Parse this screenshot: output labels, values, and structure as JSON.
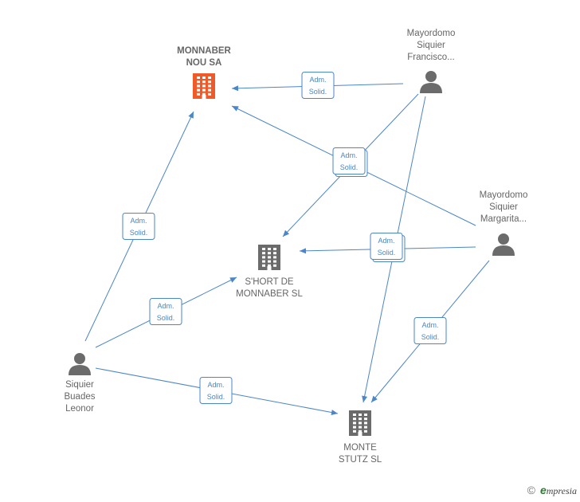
{
  "nodes": {
    "monnaber": {
      "lines": [
        "MONNABER",
        "NOU SA"
      ],
      "kind": "company",
      "highlight": true
    },
    "short": {
      "lines": [
        "S'HORT DE",
        "MONNABER SL"
      ],
      "kind": "company",
      "highlight": false
    },
    "monte": {
      "lines": [
        "MONTE",
        "STUTZ SL"
      ],
      "kind": "company",
      "highlight": false
    },
    "francisco": {
      "lines": [
        "Mayordomo",
        "Siquier",
        "Francisco..."
      ],
      "kind": "person"
    },
    "margarita": {
      "lines": [
        "Mayordomo",
        "Siquier",
        "Margarita..."
      ],
      "kind": "person"
    },
    "leonor": {
      "lines": [
        "Siquier",
        "Buades",
        "Leonor"
      ],
      "kind": "person"
    }
  },
  "relation_label": [
    "Adm.",
    "Solid."
  ],
  "edges": [
    {
      "from": "francisco",
      "to": "monnaber",
      "label": [
        "Adm.",
        "Solid."
      ]
    },
    {
      "from": "margarita",
      "to": "monnaber",
      "label": [
        "Adm.",
        "Solid."
      ]
    },
    {
      "from": "francisco",
      "to": "short",
      "label": [
        "Adm.",
        "Solid."
      ]
    },
    {
      "from": "margarita",
      "to": "short",
      "label": [
        "Adm.",
        "Solid."
      ]
    },
    {
      "from": "francisco",
      "to": "monte",
      "label": [
        "Adm.",
        "Solid."
      ]
    },
    {
      "from": "margarita",
      "to": "monte",
      "label": [
        "Adm.",
        "Solid."
      ]
    },
    {
      "from": "leonor",
      "to": "monnaber",
      "label": [
        "Adm.",
        "Solid."
      ]
    },
    {
      "from": "leonor",
      "to": "short",
      "label": [
        "Adm.",
        "Solid."
      ]
    },
    {
      "from": "leonor",
      "to": "monte",
      "label": [
        "Adm.",
        "Solid."
      ]
    }
  ],
  "colors": {
    "edge": "#4a86c8",
    "company_highlight": "#f05a28",
    "company": "#6b6b6b",
    "person": "#6b6b6b"
  },
  "footer": {
    "copyright": "©",
    "brand_first": "e",
    "brand_rest": "mpresia"
  }
}
